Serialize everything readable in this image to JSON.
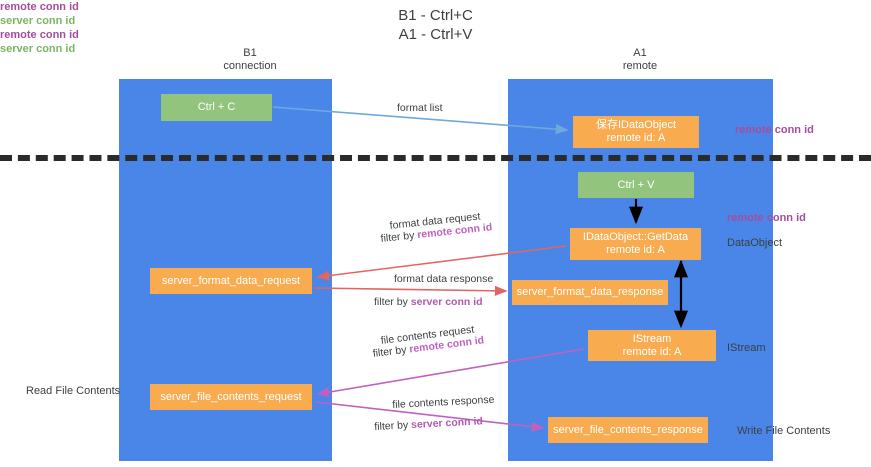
{
  "title": "B1 - Ctrl+C\nA1 - Ctrl+V",
  "columns": {
    "left": {
      "name": "B1",
      "role": "connection",
      "label": "B1\nconnection"
    },
    "right": {
      "name": "A1",
      "role": "remote",
      "label": "A1\nremote"
    }
  },
  "colors": {
    "lane": "#4a86e8",
    "green_box": "#93c47d",
    "orange_box": "#f9ab50",
    "purple_text": "#a64d9e",
    "green_text": "#7bb661",
    "red_arrow": "#e06666",
    "magenta_arrow": "#c061c0",
    "blue_arrow": "#6fa8dc",
    "black_arrow": "#000000",
    "divider": "#2b2b2b"
  },
  "boxes": {
    "ctrl_c": "Ctrl + C",
    "idataobject": "保存IDataObject\nremote id: A",
    "ctrl_v": "Ctrl + V",
    "getdata": "IDataObject::GetData\nremote id: A",
    "server_format_data_request": "server_format_data_request",
    "server_format_data_response": "server_format_data_response",
    "istream": "IStream\nremote id: A",
    "server_file_contents_request": "server_file_contents_request",
    "server_file_contents_response": "server_file_contents_response"
  },
  "annotations": {
    "right_remote_conn_id_1": "remote conn id",
    "right_remote_conn_id_2": "remote conn id",
    "dataobject": "DataObject",
    "istream": "IStream",
    "write_file_contents": "Write File Contents",
    "left_remote_conn_id_1": "remote conn id",
    "left_server_conn_id_1": "server conn id",
    "read_file_contents": "Read File Contents",
    "left_remote_conn_id_2": "remote conn id",
    "left_server_conn_id_2": "server conn id"
  },
  "edge_labels": {
    "format_list": "format list",
    "format_data_request": "format data request",
    "format_data_request_filter_prefix": "filter by ",
    "format_data_request_filter_key": "remote conn id",
    "format_data_response": "format data response",
    "format_data_response_filter_prefix": "filter by ",
    "format_data_response_filter_key": "server conn id",
    "file_contents_request": "file contents request",
    "file_contents_request_filter_prefix": "filter by ",
    "file_contents_request_filter_key": "remote conn id",
    "file_contents_response": "file contents response",
    "file_contents_response_filter_prefix": "filter by ",
    "file_contents_response_filter_key": "server conn id"
  }
}
